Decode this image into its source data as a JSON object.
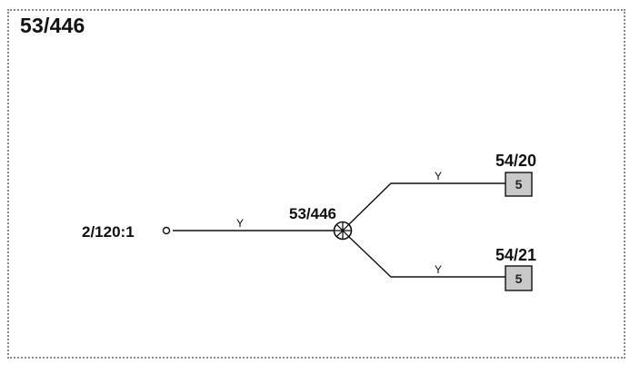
{
  "diagram": {
    "title": "53/446",
    "source_label": "2/120:1",
    "splice_label": "53/446",
    "wire_main_label": "Y",
    "branch_top": {
      "wire_label": "Y",
      "connector_label": "54/20",
      "connector_pin": "5"
    },
    "branch_bottom": {
      "wire_label": "Y",
      "connector_label": "54/21",
      "connector_pin": "5"
    },
    "colors": {
      "line": "#111111",
      "connector_fill": "#c9c9c9",
      "frame": "#8a8a8a"
    }
  }
}
